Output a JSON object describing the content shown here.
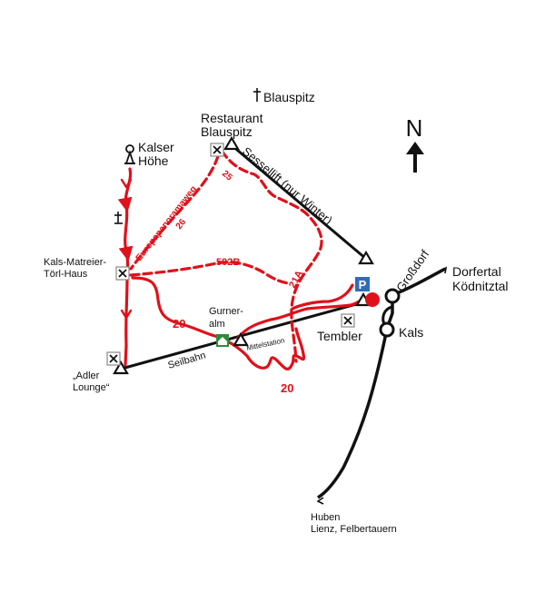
{
  "places": {
    "blauspitz": "Blauspitz",
    "restaurant_line1": "Restaurant",
    "restaurant_line2": "Blauspitz",
    "kalser_line1": "Kalser",
    "kalser_line2": "Höhe",
    "kmt_line1": "Kals-Matreier-",
    "kmt_line2": "Törl-Haus",
    "adler_line1": "„Adler",
    "adler_line2": "Lounge“",
    "gurner_line1": "Gurner-",
    "gurner_line2": "alm",
    "mittelstation": "Mittelstation",
    "tembler": "Tembler",
    "grossdorf": "Großdorf",
    "kals": "Kals",
    "dorfertal_line1": "Dorfertal",
    "dorfertal_line2": "Ködnitztal",
    "huben_line1": "Huben",
    "huben_line2": "Lienz, Felbertauern"
  },
  "lifts": {
    "sessellift": "Sessellift (nur Winter)",
    "seilbahn": "Seilbahn"
  },
  "trails": {
    "europapanoramaweg": "Europapanoramaweg",
    "t25": "25",
    "t26": "26",
    "t502b": "502B",
    "t21a": "21A",
    "t20a": "20",
    "t20b": "20"
  },
  "north": "N",
  "parking": "P",
  "colors": {
    "trail": "#e0101a",
    "road": "#111111",
    "parking": "#2f6db5",
    "hut": "#2e8b3a"
  }
}
